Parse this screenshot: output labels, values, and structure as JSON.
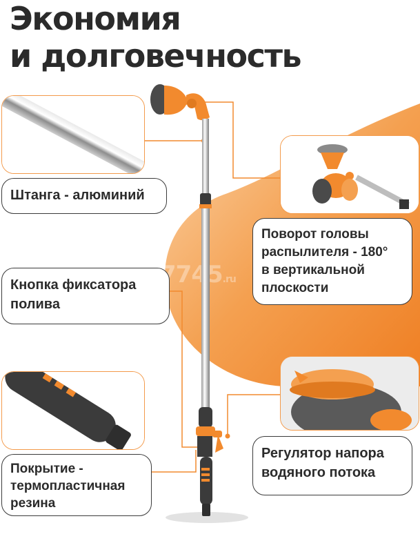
{
  "headline": {
    "line1": "Экономия",
    "line2": "и долговечность"
  },
  "watermark": {
    "main": "7745",
    "suffix": ".ru"
  },
  "features": [
    {
      "id": "rod",
      "lines": [
        "Штанга - алюминий"
      ]
    },
    {
      "id": "rotation",
      "lines": [
        "Поворот головы",
        "распылителя - 180°",
        "в вертикальной",
        "плоскости"
      ]
    },
    {
      "id": "lock-button",
      "lines": [
        "Кнопка фиксатора",
        "полива"
      ]
    },
    {
      "id": "coating",
      "lines": [
        "Покрытие -",
        "термопластичная",
        "резина"
      ]
    },
    {
      "id": "regulator",
      "lines": [
        "Регулятор напора",
        "водяного потока"
      ]
    }
  ],
  "colors": {
    "accent": "#f28a2e",
    "accent_light": "#f7b36b",
    "text": "#2b2b2b",
    "handle": "#3b3b3b"
  }
}
